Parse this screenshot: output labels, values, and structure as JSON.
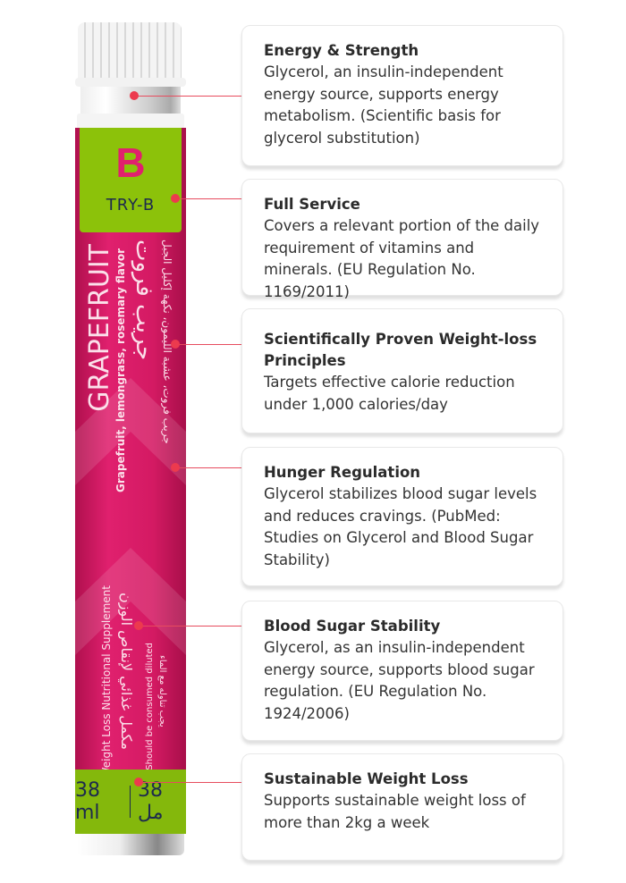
{
  "product": {
    "brand": "TRY-B",
    "logo_letter": "B",
    "flavor_name": "GRAPEFRUIT",
    "flavor_desc": "Grapefruit, lemongrass, rosemary flavor",
    "arabic_name": "جريب فروت",
    "arabic_desc": "جريب فروت، عشبة الليمون، نكهة إكليل الجبل",
    "supplement": "Weight Loss Nutritional Supplement",
    "supplement_ar": "مكمل غذائي لإنقاص الوزن",
    "dilute": "Should be consumed diluted",
    "dilute_ar": "يجب تناوله مع الماء",
    "volume": "38 ml",
    "volume_ar": "38 مل"
  },
  "features": [
    {
      "title": "Energy & Strength",
      "body": "Glycerol, an insulin-independent energy source, supports energy metabolism. (Scientific basis for glycerol substitution)"
    },
    {
      "title": "Full Service",
      "body": "Covers a relevant portion of the daily requirement of vitamins and minerals. (EU Regulation No. 1169/2011)"
    },
    {
      "title": "Scientifically Proven Weight-loss Principles",
      "body": "Targets effective calorie reduction under 1,000 calories/day"
    },
    {
      "title": "Hunger Regulation",
      "body": "Glycerol stabilizes blood sugar levels and reduces cravings. (PubMed: Studies on Glycerol and Blood Sugar Stability)"
    },
    {
      "title": "Blood Sugar Stability",
      "body": "Glycerol, as an insulin-independent energy source, supports blood sugar regulation. (EU Regulation No. 1924/2006)"
    },
    {
      "title": "Sustainable Weight Loss",
      "body": "Supports sustainable weight loss of more than 2kg a week"
    }
  ]
}
